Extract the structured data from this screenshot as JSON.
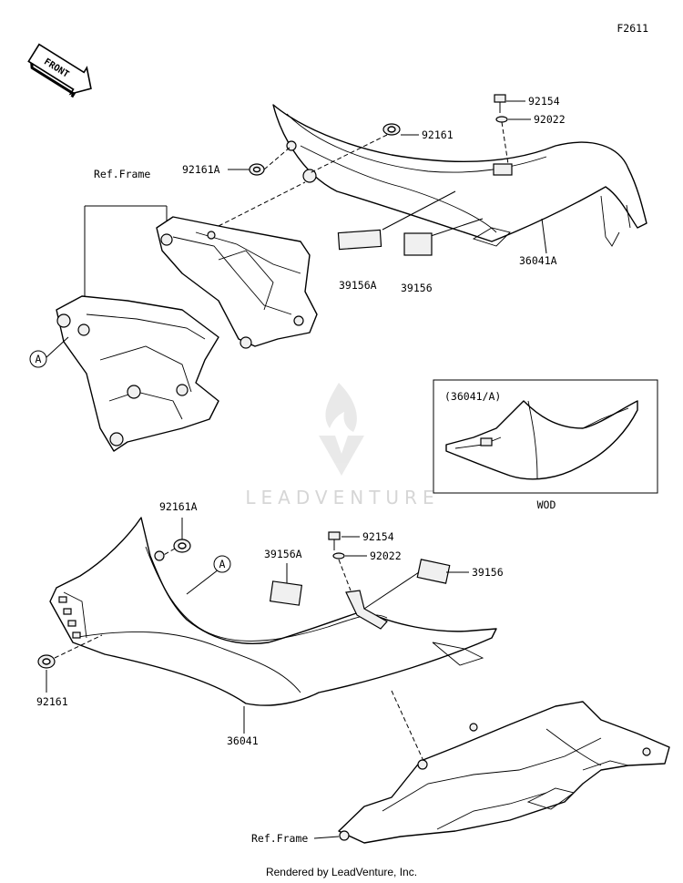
{
  "diagram_code": "F2611",
  "front_label": "FRONT",
  "watermark": "LEADVENTURE",
  "inset_label": "(36041/A)",
  "inset_caption": "WOD",
  "footer": "Rendered by LeadVenture, Inc.",
  "callouts": {
    "top": {
      "bolt_92154": "92154",
      "washer_92022": "92022",
      "grommet_92161": "92161",
      "grommet_92161a": "92161A",
      "ref_frame": "Ref.Frame",
      "pad_39156a": "39156A",
      "pad_39156": "39156",
      "cover_36041a": "36041A",
      "ref_a": "A"
    },
    "bottom": {
      "grommet_92161a": "92161A",
      "bolt_92154": "92154",
      "washer_92022": "92022",
      "pad_39156a": "39156A",
      "pad_39156": "39156",
      "ref_a": "A",
      "grommet_92161": "92161",
      "cover_36041": "36041",
      "ref_frame": "Ref.Frame"
    }
  }
}
